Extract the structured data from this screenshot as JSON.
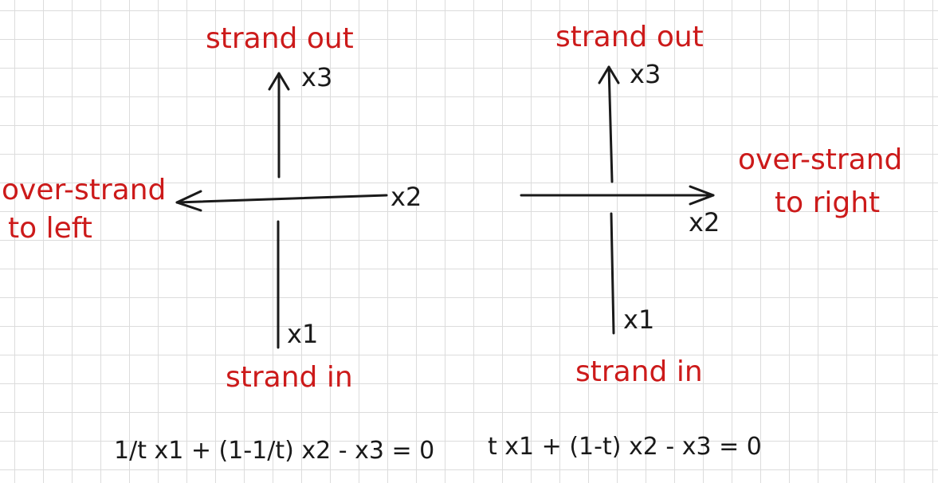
{
  "left": {
    "top_label": "strand out",
    "bottom_label": "strand in",
    "side_label_line1": "over-strand",
    "side_label_line2": "to left",
    "x1": "x1",
    "x2": "x2",
    "x3": "x3",
    "equation": "1/t x1 + (1-1/t) x2 - x3 = 0"
  },
  "right": {
    "top_label": "strand out",
    "bottom_label": "strand in",
    "side_label_line1": "over-strand",
    "side_label_line2": "to right",
    "x1": "x1",
    "x2": "x2",
    "x3": "x3",
    "equation": "t x1 + (1-t) x2 - x3 = 0"
  },
  "colors": {
    "annotation": "#cc1a1a",
    "ink": "#1a1a1a",
    "grid": "#dcdcdc"
  }
}
